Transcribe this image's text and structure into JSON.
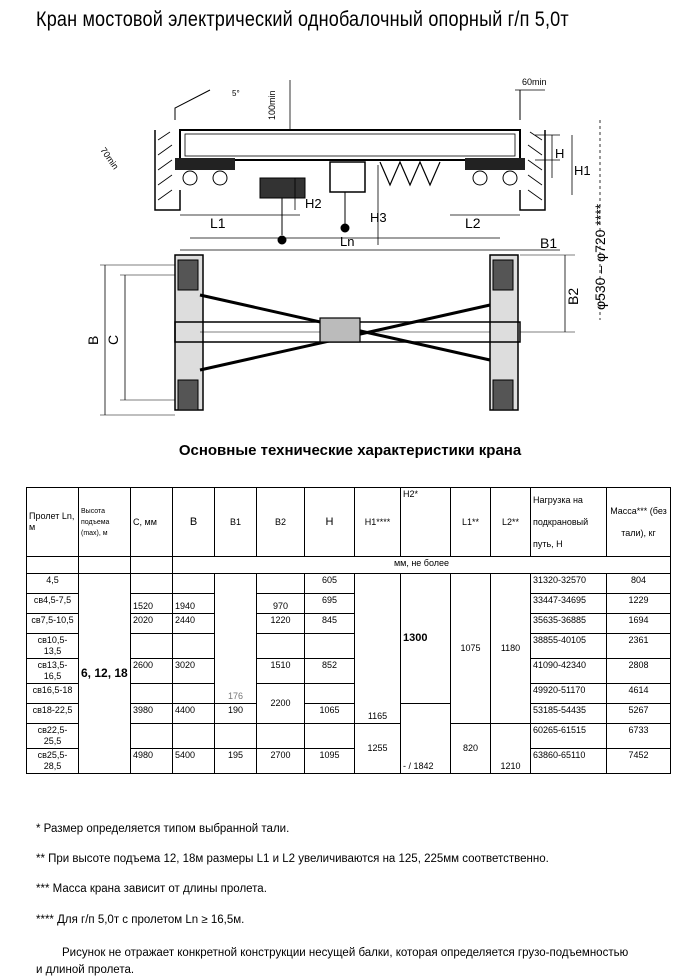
{
  "title": "Кран мостовой электрический однобалочный опорный г/п 5,0т",
  "drawing": {
    "labels": {
      "deg": "5°",
      "h100": "100min",
      "a70": "70min",
      "m60": "60min",
      "H": "H",
      "H1": "H1",
      "H2": "H2",
      "H3": "H3",
      "L1": "L1",
      "L2": "L2",
      "Ln": "Ln",
      "B1": "B1",
      "B2": "B2",
      "B": "B",
      "C": "C",
      "wheel": "φ530 – φ720 ****"
    }
  },
  "subtitle": "Основные технические характеристики крана",
  "table": {
    "headers": {
      "span": "Пролет Ln, м",
      "lift": "Высота подъема (max), м",
      "c": "С, мм",
      "b": "В",
      "b1": "В1",
      "b2": "В2",
      "h": "Н",
      "h1": "Н1****",
      "h2": "Н2*",
      "l1": "L1**",
      "l2": "L2**",
      "load": "Нагрузка на подкрановый путь, Н",
      "mass": "Масса*** (без тали), кг"
    },
    "units": "мм, не более",
    "spans": [
      "4,5",
      "св4,5-7,5",
      "св7,5-10,5",
      "св10,5-13,5",
      "св13,5-16,5",
      "св16,5-18",
      "св18-22,5",
      "св22,5-25,5",
      "св25,5-28,5"
    ],
    "loads": [
      "31320-32570",
      "33447-34695",
      "35635-36885",
      "38855-40105",
      "41090-42340",
      "49920-51170",
      "53185-54435",
      "60265-61515",
      "63860-65110"
    ],
    "masses": [
      "804",
      "1229",
      "1694",
      "2361",
      "2808",
      "4614",
      "5267",
      "6733",
      "7452"
    ],
    "h_vals": [
      "605",
      "695",
      "845",
      "",
      "852",
      "",
      "1065",
      "",
      "1095"
    ],
    "lift_val": "6, 12, 18",
    "c_vals": [
      "1520",
      "2020",
      "2600",
      "3980",
      "4980"
    ],
    "b_vals": [
      "1940",
      "2440",
      "3020",
      "4400",
      "5400"
    ],
    "b1_vals": [
      "176",
      "190",
      "195"
    ],
    "b2_vals": [
      "970",
      "1220",
      "1510",
      "2200",
      "2700"
    ],
    "h1_vals": [
      "1165",
      "1255"
    ],
    "h2_vals": [
      "1300",
      "-  /  1842"
    ],
    "l1_vals": [
      "1075",
      "820"
    ],
    "l2_vals": [
      "1180",
      "1210"
    ]
  },
  "notes": [
    "*    Размер определяется типом выбранной тали.",
    "**    При высоте подъема 12, 18м размеры L1 и L2 увеличиваются  на 125,  225мм  соответственно.",
    "*** Масса крана  зависит  от длины пролета.",
    "**** Для г/п 5,0т  с пролетом Ln ≥ 16,5м."
  ],
  "figure_note": "Рисунок не отражает конкретной конструкции несущей балки, которая определяется грузо-подъемностью и длиной пролета."
}
